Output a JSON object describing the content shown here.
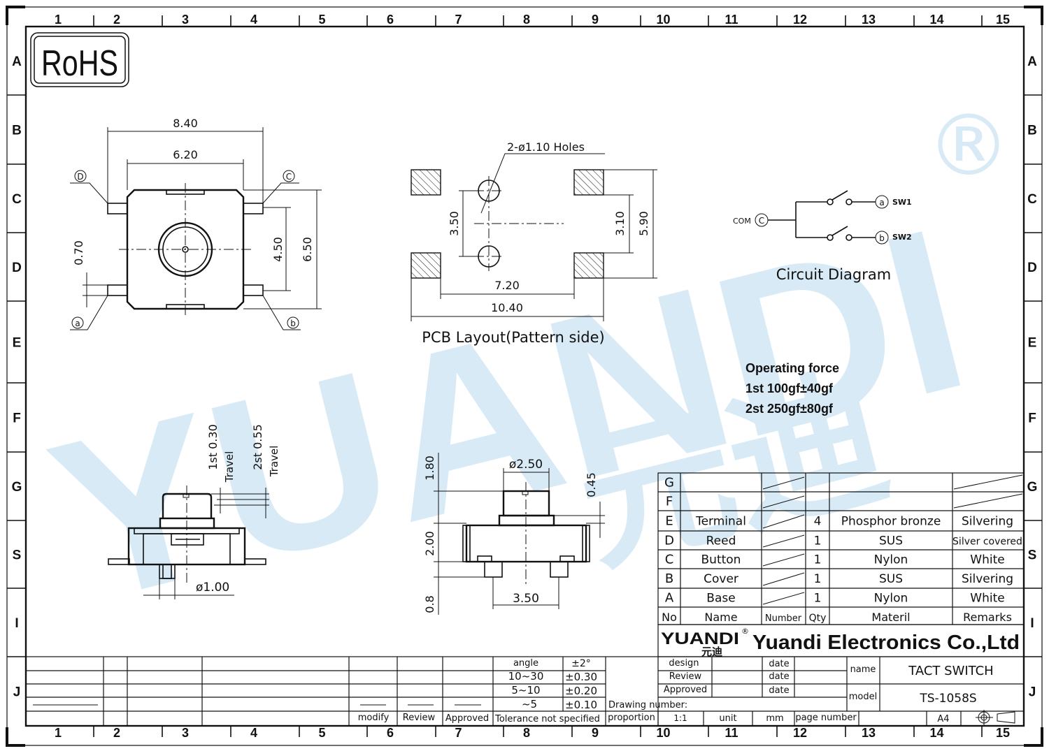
{
  "grid": {
    "cols": [
      "1",
      "2",
      "3",
      "4",
      "5",
      "6",
      "7",
      "8",
      "9",
      "10",
      "11",
      "12",
      "13",
      "14",
      "15"
    ],
    "rows": [
      "A",
      "B",
      "C",
      "D",
      "E",
      "F",
      "G",
      "S",
      "I",
      "J"
    ]
  },
  "rohs": "RoHS",
  "watermark": {
    "text": "YUANDI",
    "chinese": "元迪",
    "mark": "®",
    "color": "#d7eaf6"
  },
  "top_view": {
    "d_840": "8.40",
    "d_620": "6.20",
    "d_070": "0.70",
    "d_450": "4.50",
    "d_650": "6.50",
    "pin_d": "D",
    "pin_c": "C",
    "pin_a": "a",
    "pin_b": "b"
  },
  "pcb": {
    "holes": "2-ø1.10  Holes",
    "d_350": "3.50",
    "d_310": "3.10",
    "d_590": "5.90",
    "d_720": "7.20",
    "d_1040": "10.40",
    "caption": "PCB  Layout(Pattern  side)"
  },
  "circuit": {
    "com": "COM",
    "com_pin": "C",
    "sw1_pin": "a",
    "sw1": "SW1",
    "sw2_pin": "b",
    "sw2": "SW2",
    "caption": "Circuit  Diagram"
  },
  "force": {
    "title": "Operating force",
    "line1": "1st 100gf±40gf",
    "line2": "2st 250gf±80gf"
  },
  "side_view": {
    "t1_value": "1st  0.30",
    "t1_label": "Travel",
    "t2_value": "2st  0.55",
    "t2_label": "Travel",
    "d_100": "ø1.00"
  },
  "front_view": {
    "d_250": "ø2.50",
    "d_180": "1.80",
    "d_045": "0.45",
    "d_200": "2.00",
    "d_08": "0.8",
    "d_350": "3.50"
  },
  "bom": {
    "header": {
      "no": "No",
      "name": "Name",
      "number": "Number",
      "qty": "Qty",
      "material": "Materil",
      "remarks": "Remarks"
    },
    "rows": [
      {
        "no": "G",
        "name": "",
        "qty": "",
        "material": "",
        "remarks": ""
      },
      {
        "no": "F",
        "name": "",
        "qty": "",
        "material": "",
        "remarks": ""
      },
      {
        "no": "E",
        "name": "Terminal",
        "qty": "4",
        "material": "Phosphor bronze",
        "remarks": "Silvering"
      },
      {
        "no": "D",
        "name": "Reed",
        "qty": "1",
        "material": "SUS",
        "remarks": "Silver covered"
      },
      {
        "no": "C",
        "name": "Button",
        "qty": "1",
        "material": "Nylon",
        "remarks": "White"
      },
      {
        "no": "B",
        "name": "Cover",
        "qty": "1",
        "material": "SUS",
        "remarks": "Silvering"
      },
      {
        "no": "A",
        "name": "Base",
        "qty": "1",
        "material": "Nylon",
        "remarks": "White"
      }
    ]
  },
  "company": {
    "logo": "YUANDI",
    "logo_cn": "元迪",
    "mark": "®",
    "name": "Yuandi Electronics Co.,Ltd"
  },
  "title_block": {
    "angle": "angle",
    "angle_tol": "±2°",
    "r1": "10~30",
    "r1_tol": "±0.30",
    "r2": "5~10",
    "r2_tol": "±0.20",
    "r3": "~5",
    "r3_tol": "±0.10",
    "modify": "modify",
    "review": "Review",
    "approved": "Approved",
    "tolerance": "Tolerance not specified",
    "design": "design",
    "review2": "Review",
    "approved2": "Approved",
    "date": "date",
    "name_label": "name",
    "name_value": "TACT SWITCH",
    "model_label": "model",
    "model_value": "TS-1058S",
    "drawing_number": "Drawing number:",
    "proportion": "proportion",
    "scale": "1:1",
    "unit": "unit",
    "unit_value": "mm",
    "page_number": "page number",
    "paper": "A4"
  }
}
